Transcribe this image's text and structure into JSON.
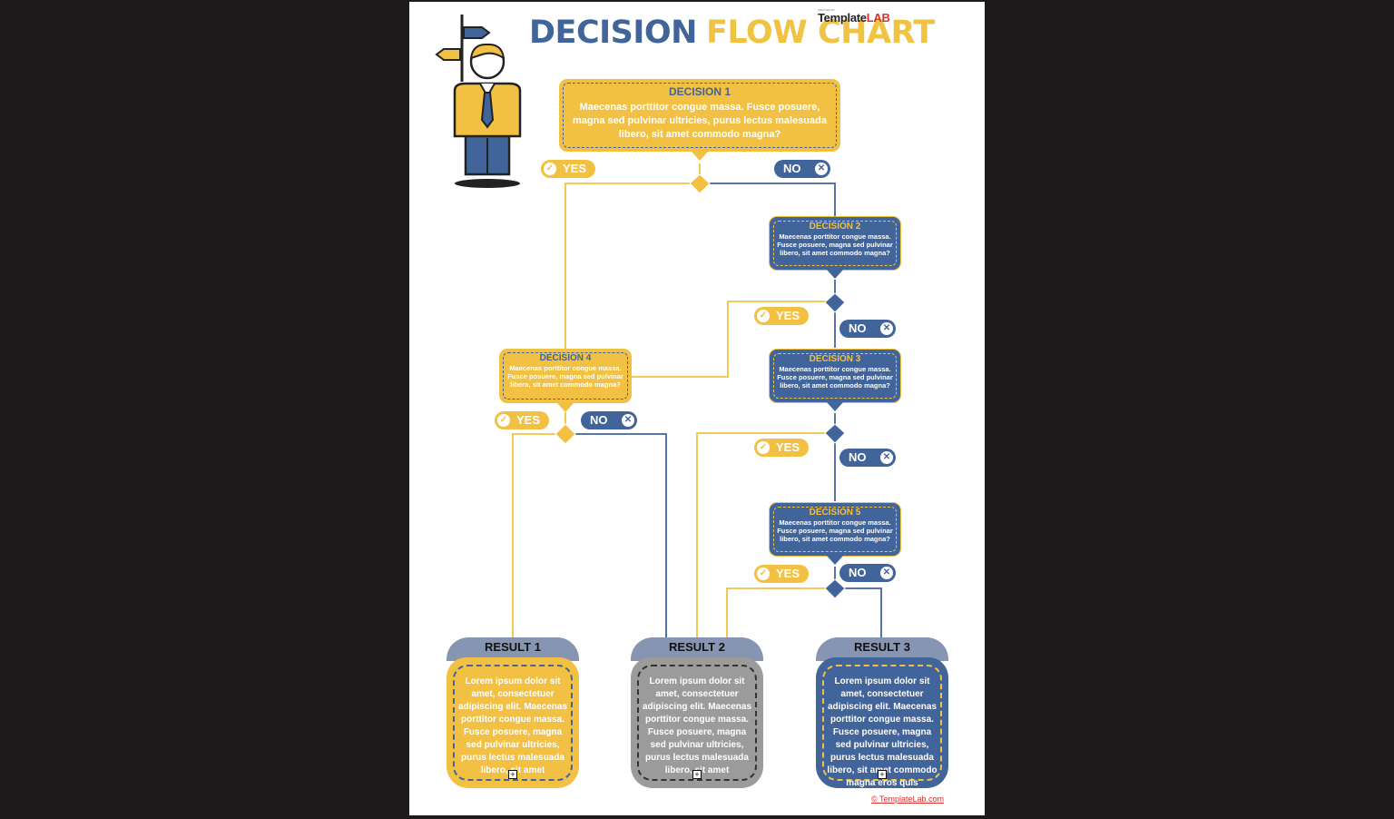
{
  "title": {
    "part1": "DECISION",
    "part2": "FLOW CHART"
  },
  "brand": {
    "small": "CREATED BY",
    "template": "Template",
    "lab": "LAB"
  },
  "labels": {
    "yes": "YES",
    "no": "NO"
  },
  "decisions": [
    {
      "title": "DECISION 1",
      "text": "Maecenas porttitor congue massa. Fusce posuere, magna sed pulvinar ultricies, purus lectus malesuada libero, sit amet commodo magna?"
    },
    {
      "title": "DECISION 2",
      "text": "Maecenas porttitor congue massa. Fusce posuere, magna sed pulvinar libero, sit amet commodo magna?"
    },
    {
      "title": "DECISION 3",
      "text": "Maecenas porttitor congue massa. Fusce posuere, magna sed pulvinar libero, sit amet commodo magna?"
    },
    {
      "title": "DECISION 4",
      "text": "Maecenas porttitor congue massa. Fusce posuere, magna sed pulvinar libero, sit amet commodo magna?"
    },
    {
      "title": "DECISION 5",
      "text": "Maecenas porttitor congue massa. Fusce posuere, magna sed pulvinar libero, sit amet commodo magna?"
    }
  ],
  "results": [
    {
      "title": "RESULT 1",
      "text": "Lorem ipsum dolor sit amet, consectetuer adipiscing elit. Maecenas porttitor congue massa. Fusce posuere, magna sed pulvinar ultricies, purus lectus malesuada libero, sit amet"
    },
    {
      "title": "RESULT 2",
      "text": "Lorem ipsum dolor sit amet, consectetuer adipiscing elit. Maecenas porttitor congue massa. Fusce posuere, magna sed pulvinar ultricies, purus lectus malesuada libero, sit amet"
    },
    {
      "title": "RESULT 3",
      "text": "Lorem ipsum dolor sit amet, consectetuer adipiscing elit. Maecenas porttitor congue massa. Fusce posuere, magna sed pulvinar ultricies, purus lectus malesuada libero, sit amet commodo magna eros quis"
    }
  ],
  "footer": "© TemplateLab.com",
  "colors": {
    "yellow": "#f2c143",
    "blue": "#41649b",
    "gray": "#9b9b9b",
    "header": "#8595b2",
    "red": "#d9302c"
  },
  "icons": {
    "yes": "check-icon",
    "no": "x-icon",
    "character": "businessman-signpost-icon",
    "expand": "plus-box-icon"
  }
}
